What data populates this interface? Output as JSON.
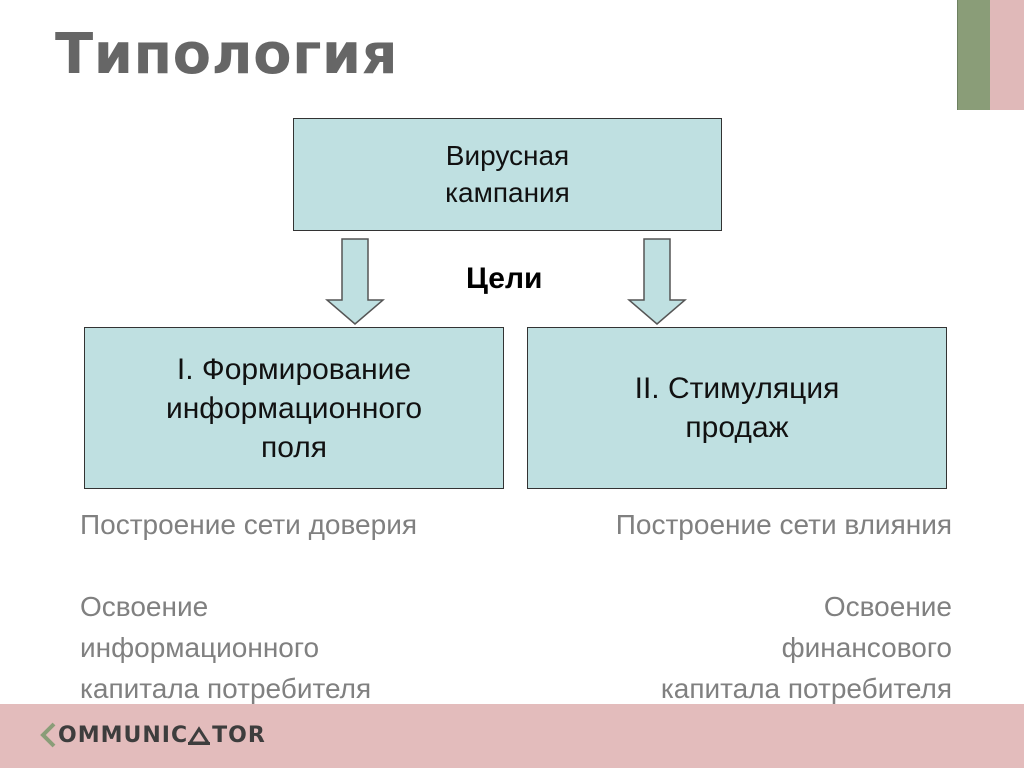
{
  "slide": {
    "title": "Типология",
    "top_box": [
      "Вирусная",
      "кампания"
    ],
    "goal_label": "Цели",
    "left_box": [
      "I. Формирование",
      "информационного",
      "поля"
    ],
    "right_box": [
      "II. Стимуляция",
      "продаж"
    ],
    "left_notes": {
      "line1": "Построение сети доверия",
      "block2": [
        "Освоение",
        "информационного",
        "капитала потребителя"
      ]
    },
    "right_notes": {
      "line1": "Построение сети влияния",
      "block2": [
        "Освоение",
        "финансового",
        "капитала потребителя"
      ]
    }
  },
  "footer": {
    "logo_text": "COMMUNICATOR",
    "logo_part1": "OMMUNIC",
    "logo_part2": "TOR"
  },
  "colors": {
    "box_fill": "#bfe0e1",
    "title_text": "#666666",
    "note_text": "#808080",
    "footer_bg": "#e3bcbc",
    "stripe_green": "#8a9d78",
    "stripe_pink": "#e0b9b9",
    "arrow_fill": "#bfe0e1"
  }
}
